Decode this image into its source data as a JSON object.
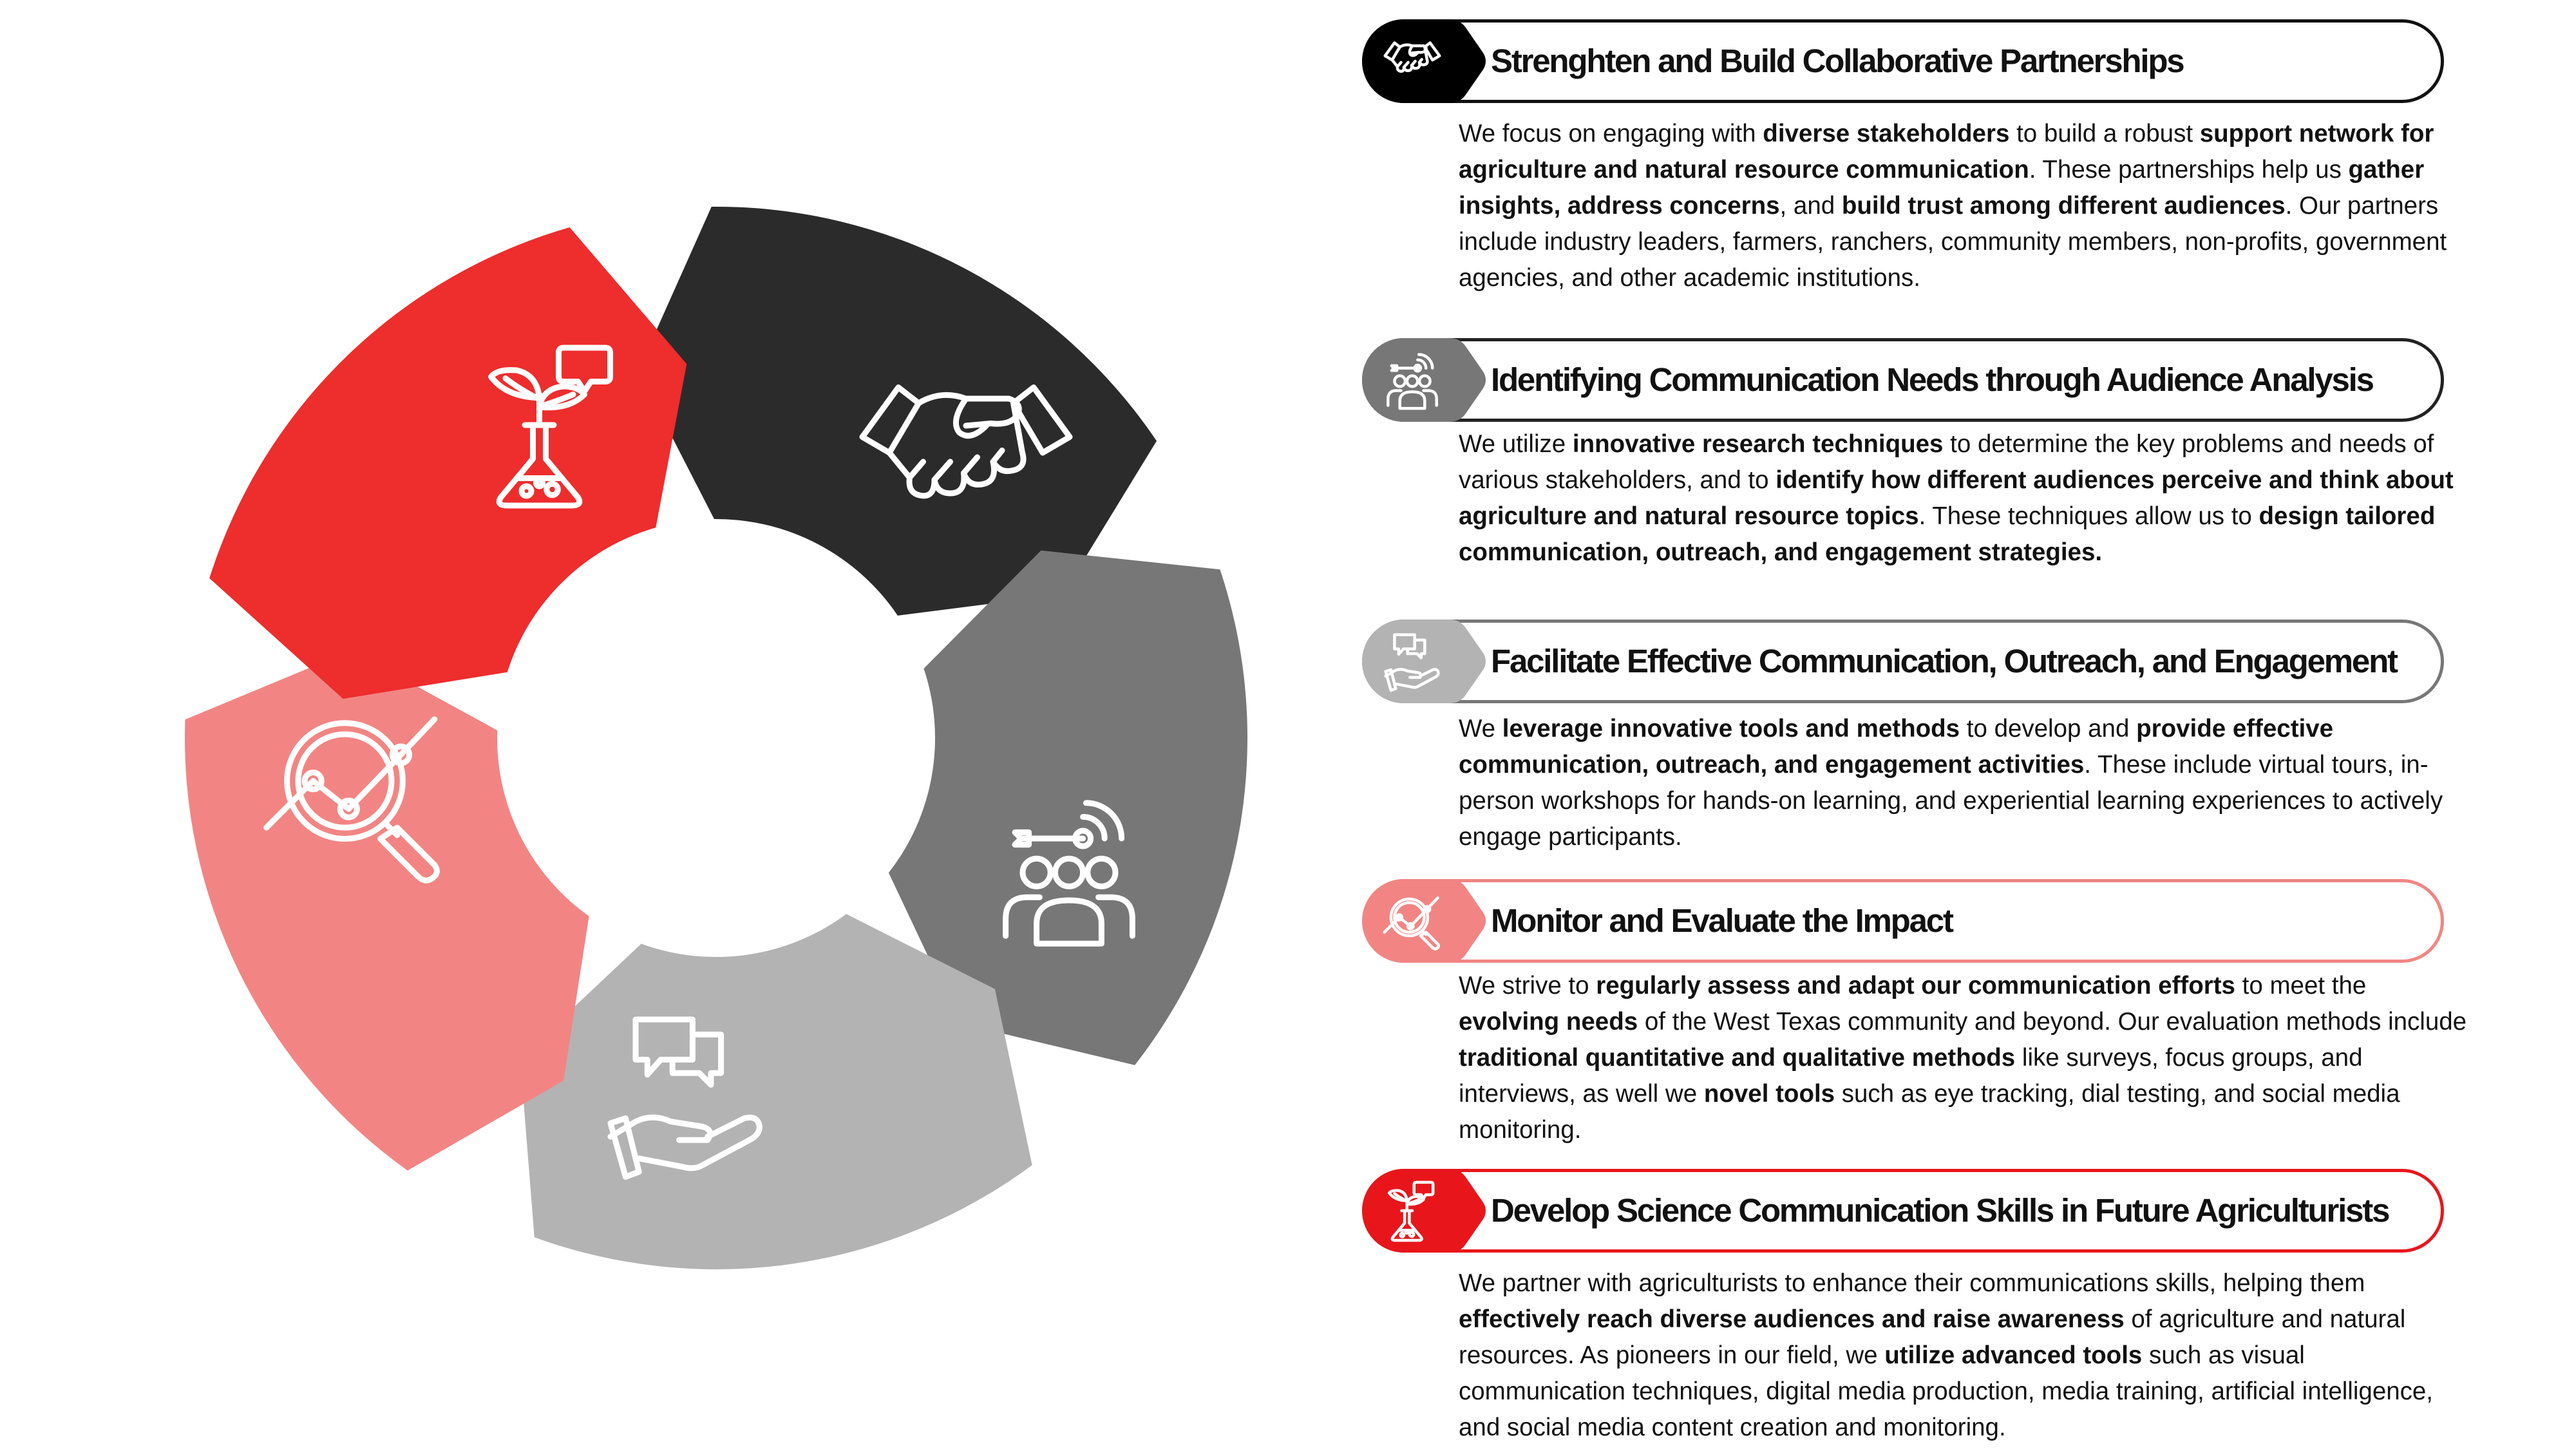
{
  "cycle": {
    "segments": [
      {
        "id": "partnerships",
        "color": "#2b2b2b",
        "icon": "handshake-icon"
      },
      {
        "id": "audience-analysis",
        "color": "#777777",
        "icon": "audience-target-icon"
      },
      {
        "id": "engagement",
        "color": "#b3b3b3",
        "icon": "hand-speech-bubbles-icon"
      },
      {
        "id": "evaluation",
        "color": "#f28583",
        "icon": "magnifier-chart-icon"
      },
      {
        "id": "skills",
        "color": "#ee2d2d",
        "icon": "plant-flask-icon"
      }
    ]
  },
  "items": [
    {
      "heading": "Strenghten and Build Collaborative Partnerships",
      "badge_color": "#000000",
      "border_color": "#111111",
      "icon": "handshake-icon",
      "body": [
        {
          "t": "We focus on engaging with "
        },
        {
          "t": "diverse stakeholders",
          "b": true
        },
        {
          "t": " to build a robust "
        },
        {
          "t": "support network for agriculture and natural resource communication",
          "b": true
        },
        {
          "t": ". These partnerships help us "
        },
        {
          "t": "gather insights, address concerns",
          "b": true
        },
        {
          "t": ", and "
        },
        {
          "t": "build trust among different audiences",
          "b": true
        },
        {
          "t": ". Our partners include industry leaders, farmers, ranchers, community members, non-profits, government agencies, and other academic institutions."
        }
      ]
    },
    {
      "heading": "Identifying Communication Needs through Audience Analysis",
      "badge_color": "#777777",
      "border_color": "#222222",
      "icon": "audience-target-icon",
      "body": [
        {
          "t": "We utilize "
        },
        {
          "t": "innovative research techniques",
          "b": true
        },
        {
          "t": " to determine the key problems and needs of various stakeholders, and to "
        },
        {
          "t": "identify how different audiences perceive and think about agriculture and natural resource topics",
          "b": true
        },
        {
          "t": ". These techniques allow us to "
        },
        {
          "t": "design tailored communication, outreach, and engagement strategies.",
          "b": true
        }
      ]
    },
    {
      "heading": "Facilitate Effective Communication, Outreach, and Engagement",
      "badge_color": "#b3b3b3",
      "border_color": "#777777",
      "icon": "hand-speech-bubbles-icon",
      "body": [
        {
          "t": "We "
        },
        {
          "t": "leverage innovative tools and methods",
          "b": true
        },
        {
          "t": " to develop and "
        },
        {
          "t": "provide effective communication, outreach, and engagement activities",
          "b": true
        },
        {
          "t": ". These include virtual tours, in-person workshops for hands-on learning, and experiential learning experiences to actively engage participants."
        }
      ]
    },
    {
      "heading": "Monitor and Evaluate the Impact",
      "badge_color": "#f28583",
      "border_color": "#f28583",
      "icon": "magnifier-chart-icon",
      "body": [
        {
          "t": "We strive to "
        },
        {
          "t": "regularly assess and adapt our communication efforts",
          "b": true
        },
        {
          "t": " to meet the "
        },
        {
          "t": "evolving needs",
          "b": true
        },
        {
          "t": " of the West Texas community and beyond. Our evaluation methods include "
        },
        {
          "t": "traditional quantitative and qualitative methods",
          "b": true
        },
        {
          "t": " like surveys, focus groups, and interviews, as well we "
        },
        {
          "t": "novel tools",
          "b": true
        },
        {
          "t": " such as eye tracking, dial testing, and social media monitoring."
        }
      ]
    },
    {
      "heading": "Develop Science Communication Skills in Future Agriculturists",
      "badge_color": "#e8161b",
      "border_color": "#e8161b",
      "icon": "plant-flask-icon",
      "body": [
        {
          "t": "We partner with agriculturists to enhance their communications skills, helping them "
        },
        {
          "t": "effectively reach diverse audiences and raise awareness",
          "b": true
        },
        {
          "t": " of agriculture and natural resources. As pioneers in our field, we "
        },
        {
          "t": "utilize advanced tools",
          "b": true
        },
        {
          "t": " such as visual communication techniques, digital media production, media training, artificial intelligence, and social media content creation and monitoring."
        }
      ]
    }
  ]
}
